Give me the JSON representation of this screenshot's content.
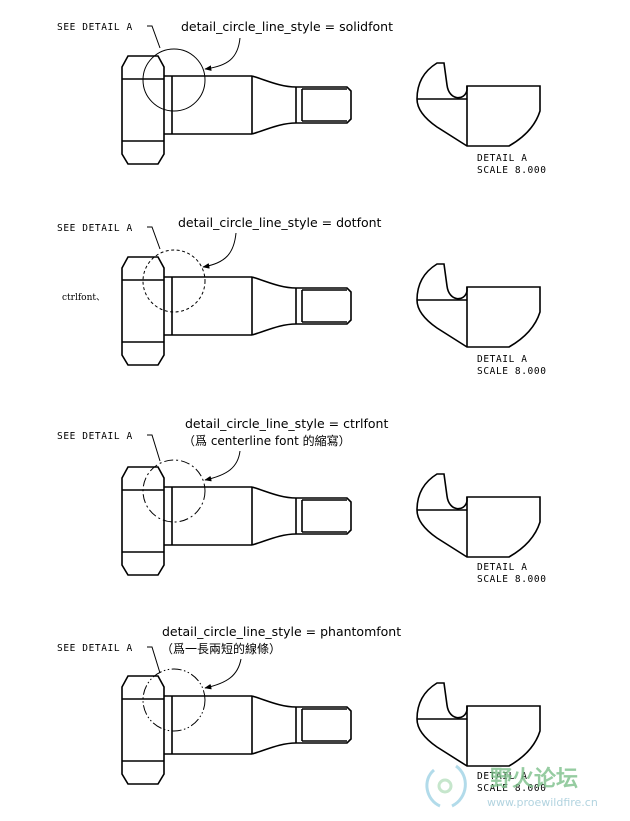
{
  "panels": [
    {
      "style": "solid",
      "see_detail": "SEE DETAIL  A",
      "caption": "detail_circle_line_style = solidfont",
      "caption_note": "",
      "side_note": "",
      "detail_title": "DETAIL  A",
      "detail_scale": "SCALE  8.000"
    },
    {
      "style": "dot",
      "see_detail": "SEE DETAIL  A",
      "caption": "detail_circle_line_style = dotfont",
      "caption_note": "",
      "side_note": "ctrlfont、",
      "detail_title": "DETAIL  A",
      "detail_scale": "SCALE  8.000"
    },
    {
      "style": "ctrl",
      "see_detail": "SEE DETAIL  A",
      "caption": "detail_circle_line_style = ctrlfont",
      "caption_note": "（爲 centerline font 的縮寫）",
      "side_note": "",
      "detail_title": "DETAIL  A",
      "detail_scale": "SCALE  8.000"
    },
    {
      "style": "phantom",
      "see_detail": "SEE DETAIL  A",
      "caption": "detail_circle_line_style = phantomfont",
      "caption_note": "（爲一長兩短的線條）",
      "side_note": "",
      "detail_title": "DETAIL  A",
      "detail_scale": "SCALE  8.000"
    }
  ],
  "watermark": {
    "title": "野火论坛",
    "url": "www.proewildfire.cn",
    "color": "#7dc08a"
  }
}
